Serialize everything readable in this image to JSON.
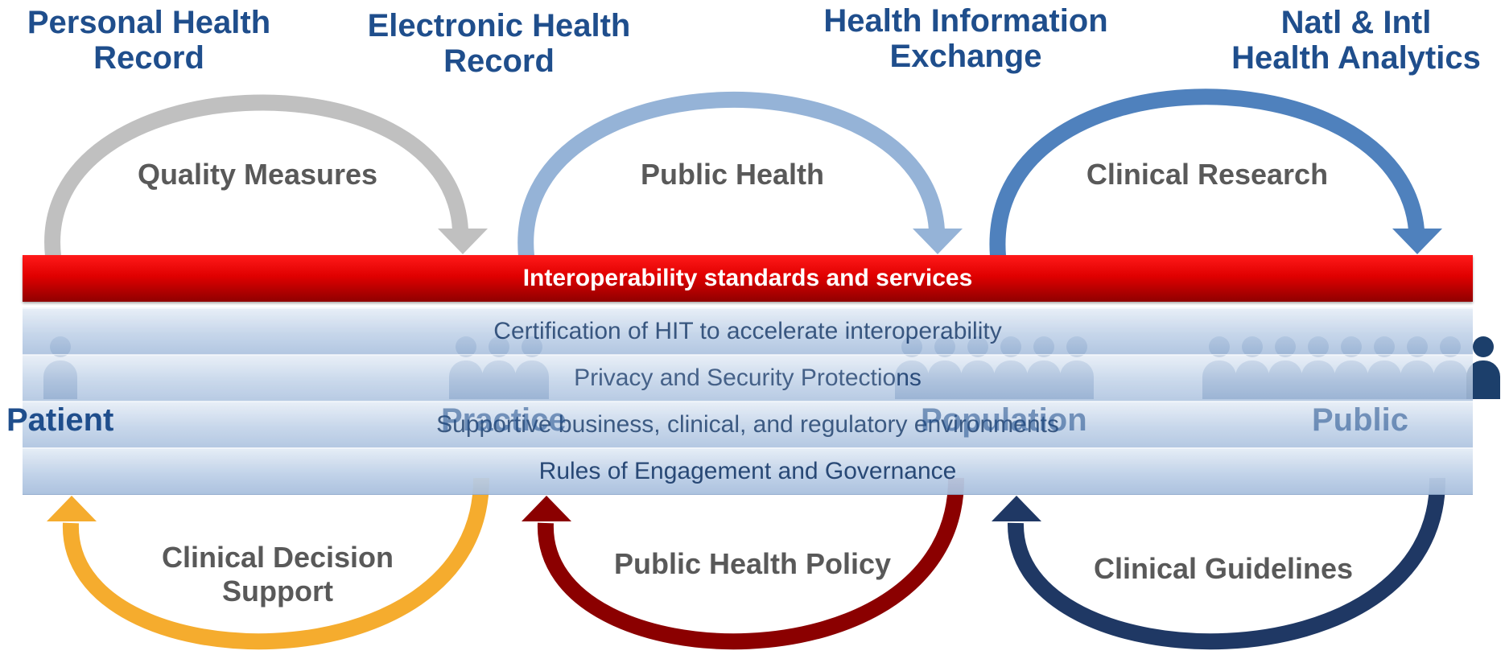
{
  "headings": {
    "personal_health_record": "Personal Health\nRecord",
    "electronic_health_record": "Electronic Health\nRecord",
    "health_information_exchange": "Health Information\nExchange",
    "analytics": "Natl & Intl\nHealth Analytics"
  },
  "top_cycles": {
    "quality_measures": "Quality Measures",
    "public_health": "Public Health",
    "clinical_research": "Clinical Research"
  },
  "bottom_cycles": {
    "clinical_decision_support": "Clinical Decision\nSupport",
    "public_health_policy": "Public Health Policy",
    "clinical_guidelines": "Clinical Guidelines"
  },
  "banner": "Interoperability standards and services",
  "layers": [
    "Certification of HIT to accelerate interoperability",
    "Privacy and Security Protections",
    "Supportive business, clinical, and regulatory environments",
    "Rules of Engagement and Governance"
  ],
  "stakeholders": {
    "patient": "Patient",
    "practice": "Practice",
    "population": "Population",
    "public": "Public"
  },
  "colors": {
    "heading": "#1f4e8c",
    "arc_gray": "#c0c0c0",
    "arc_light_blue": "#95b3d7",
    "arc_blue": "#4f81bd",
    "arc_orange": "#f5ac2e",
    "arc_dark_red": "#8b0000",
    "arc_navy": "#1f3864",
    "banner": "#e00000"
  }
}
